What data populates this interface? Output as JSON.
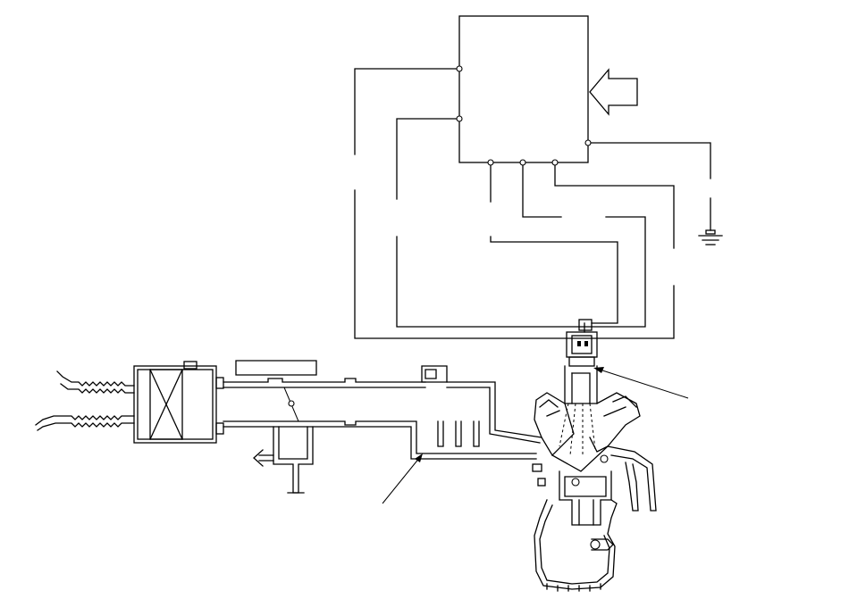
{
  "diagram": {
    "type": "engine-control-schematic",
    "labels": [],
    "components": [
      {
        "name": "control-unit",
        "symbol": "box"
      },
      {
        "name": "input-arrow",
        "symbol": "hollow-arrow"
      },
      {
        "name": "ground",
        "symbol": "ground-symbol"
      },
      {
        "name": "connector",
        "symbol": "connector-block"
      },
      {
        "name": "air-filter",
        "symbol": "box-with-x"
      },
      {
        "name": "intake-duct",
        "symbol": "pipe"
      },
      {
        "name": "engine",
        "symbol": "v-engine-cross-section"
      }
    ],
    "pointers": [
      {
        "name": "connector-pointer"
      },
      {
        "name": "intake-pointer"
      }
    ],
    "colors": {
      "line": "#000000",
      "background": "#ffffff"
    }
  }
}
